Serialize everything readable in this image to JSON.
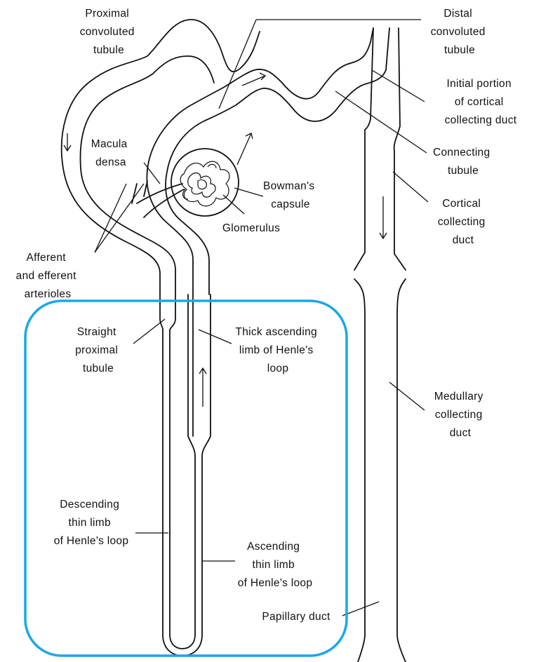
{
  "highlight_color": "#1aa7e8",
  "labels": {
    "proximal_convoluted_tubule": [
      "Proximal",
      "convoluted",
      "tubule"
    ],
    "distal_convoluted_tubule": [
      "Distal",
      "convoluted",
      "tubule"
    ],
    "initial_portion_cortical_collecting_duct": [
      "Initial portion",
      "of cortical",
      "collecting duct"
    ],
    "macula_densa": [
      "Macula",
      "densa"
    ],
    "connecting_tubule": [
      "Connecting",
      "tubule"
    ],
    "bowmans_capsule": [
      "Bowman's",
      "capsule"
    ],
    "cortical_collecting_duct": [
      "Cortical",
      "collecting",
      "duct"
    ],
    "glomerulus": [
      "Glomerulus"
    ],
    "afferent_efferent_arterioles": [
      "Afferent",
      "and efferent",
      "arterioles"
    ],
    "straight_proximal_tubule": [
      "Straight",
      "proximal",
      "tubule"
    ],
    "thick_ascending_limb": [
      "Thick ascending",
      "limb of Henle's",
      "loop"
    ],
    "medullary_collecting_duct": [
      "Medullary",
      "collecting",
      "duct"
    ],
    "descending_thin_limb": [
      "Descending",
      "thin limb",
      "of Henle's loop"
    ],
    "ascending_thin_limb": [
      "Ascending",
      "thin limb",
      "of Henle's loop"
    ],
    "papillary_duct": [
      "Papillary duct"
    ]
  }
}
